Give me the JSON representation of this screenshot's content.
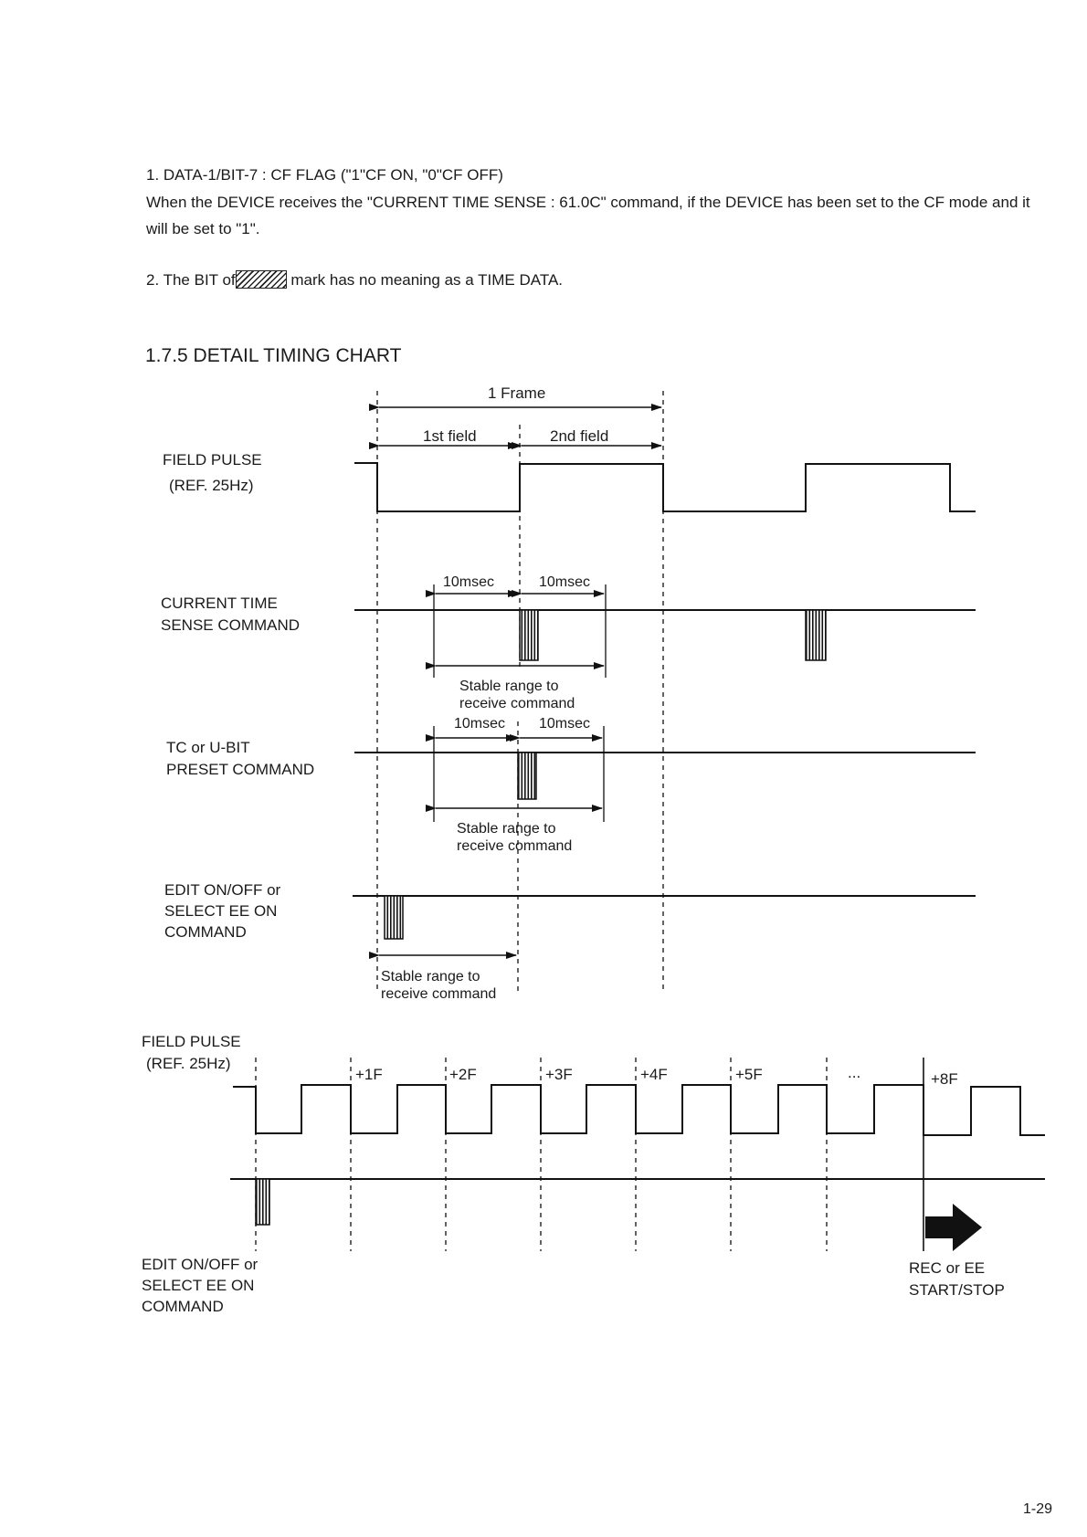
{
  "notes": {
    "n1_title": "1. DATA-1/BIT-7 : CF FLAG (\"1\"CF ON, \"0\"CF OFF)",
    "n1_body": "When the DEVICE receives the \"CURRENT TIME SENSE : 61.0C\" command, if the DEVICE has been set to the CF mode and it will be set to \"1\".",
    "n2_pre": "2. The BIT of",
    "n2_post": "mark has no meaning as a TIME DATA."
  },
  "section_title": "1.7.5 DETAIL TIMING CHART",
  "chart1": {
    "frame_label": "1 Frame",
    "field1_label": "1st field",
    "field2_label": "2nd field",
    "field_pulse_l1": "FIELD PULSE",
    "field_pulse_l2": "(REF. 25Hz)",
    "cts_l1": "CURRENT TIME",
    "cts_l2": "SENSE COMMAND",
    "tc_l1": "TC or U-BIT",
    "tc_l2": "PRESET COMMAND",
    "edit_l1": "EDIT ON/OFF or",
    "edit_l2": "SELECT EE ON",
    "edit_l3": "COMMAND",
    "msec": "10msec",
    "stable_l1": "Stable range to",
    "stable_l2": "receive command"
  },
  "chart2": {
    "field_pulse_l1": "FIELD PULSE",
    "field_pulse_l2": "(REF. 25Hz)",
    "frames": [
      "+1F",
      "+2F",
      "+3F",
      "+4F",
      "+5F",
      "...",
      "+8F"
    ],
    "edit_l1": "EDIT ON/OFF or",
    "edit_l2": "SELECT EE ON",
    "edit_l3": "COMMAND",
    "rec_l1": "REC or EE",
    "rec_l2": "START/STOP"
  },
  "page_number": "1-29"
}
